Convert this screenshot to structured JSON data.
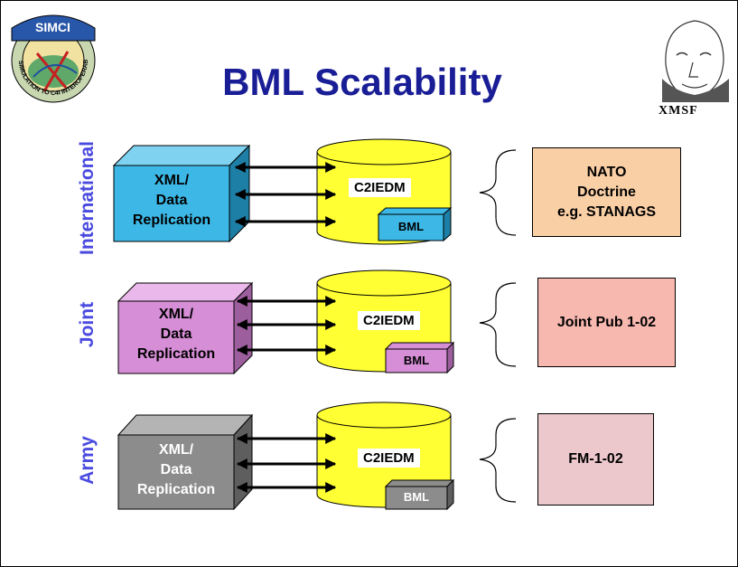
{
  "title": "BML Scalability",
  "logo_left_text": "SIMCI",
  "logo_left_ring_text": "SIMULATION TO C4I INTEROPERABILITY",
  "logo_right_text": "XMSF",
  "rows": [
    {
      "label": "International",
      "cube_lines": [
        "XML/",
        "Data",
        "Replication"
      ],
      "db_label": "C2IEDM",
      "bml_label": "BML",
      "doc_lines": [
        "NATO",
        "Doctrine",
        "e.g. STANAGS"
      ],
      "colors": {
        "cube": "#3db8e6",
        "cube_top": "#7fd3f1",
        "cube_side": "#1d7fa6",
        "db": "#ffff33",
        "bml": "#3db8e6",
        "doc": "#f9cfa6"
      }
    },
    {
      "label": "Joint",
      "cube_lines": [
        "XML/",
        "Data",
        "Replication"
      ],
      "db_label": "C2IEDM",
      "bml_label": "BML",
      "doc_lines": [
        "Joint Pub 1-02"
      ],
      "colors": {
        "cube": "#d68ed6",
        "cube_top": "#eab8ea",
        "cube_side": "#9c5e9c",
        "db": "#ffff33",
        "bml": "#d68ed6",
        "doc": "#f7b8b0"
      }
    },
    {
      "label": "Army",
      "cube_lines": [
        "XML/",
        "Data",
        "Replication"
      ],
      "db_label": "C2IEDM",
      "bml_label": "BML",
      "doc_lines": [
        "FM-1-02"
      ],
      "colors": {
        "cube": "#8c8c8c",
        "cube_top": "#b4b4b4",
        "cube_side": "#5e5e5e",
        "db": "#ffff33",
        "bml": "#8c8c8c",
        "doc": "#ecc8cc"
      }
    }
  ]
}
